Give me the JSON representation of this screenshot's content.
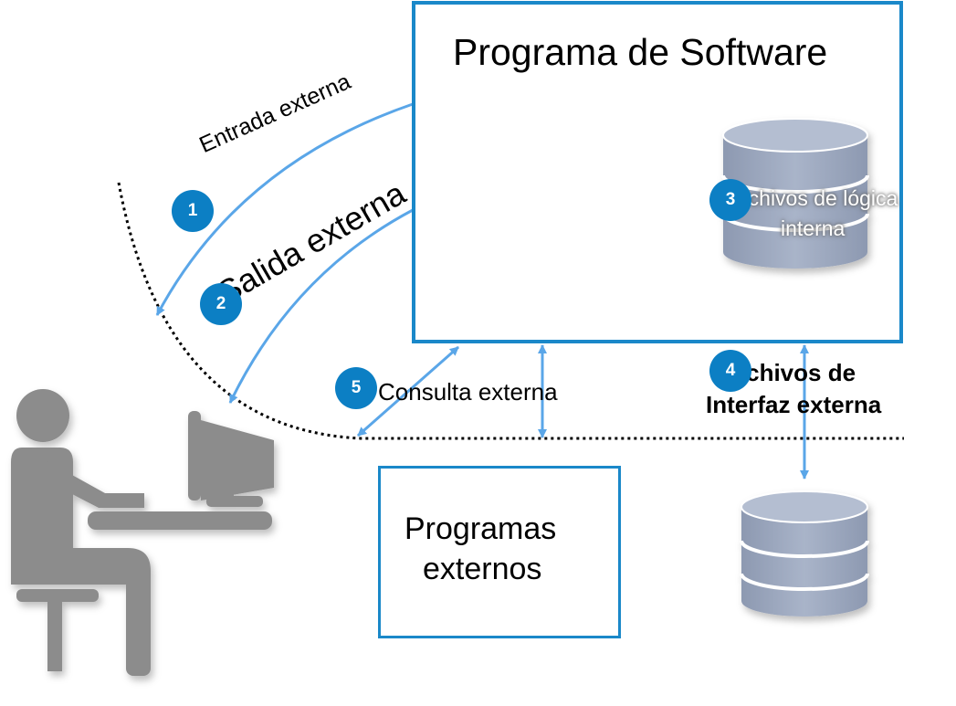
{
  "main_program": {
    "title": "Programa de Software"
  },
  "external_programs": {
    "line1": "Programas",
    "line2": "externos"
  },
  "flows": {
    "external_input": "Entrada externa",
    "external_output": "Salida externa",
    "external_query": "Consulta externa"
  },
  "internal_files": {
    "line1": "rchivos de lógica",
    "line2": "interna"
  },
  "interface_files": {
    "line1": "rchivos de",
    "line2": "Interfaz externa"
  },
  "badges": [
    "1",
    "2",
    "3",
    "4",
    "5"
  ],
  "colors": {
    "accent_blue": "#1a88c9",
    "arrow_blue": "#5aa6e8",
    "badge_blue": "#0c7fc4",
    "database_gray": "#9aa6bd",
    "person_gray": "#8c8c8c"
  },
  "icons": [
    "user-at-computer-icon",
    "database-icon"
  ]
}
